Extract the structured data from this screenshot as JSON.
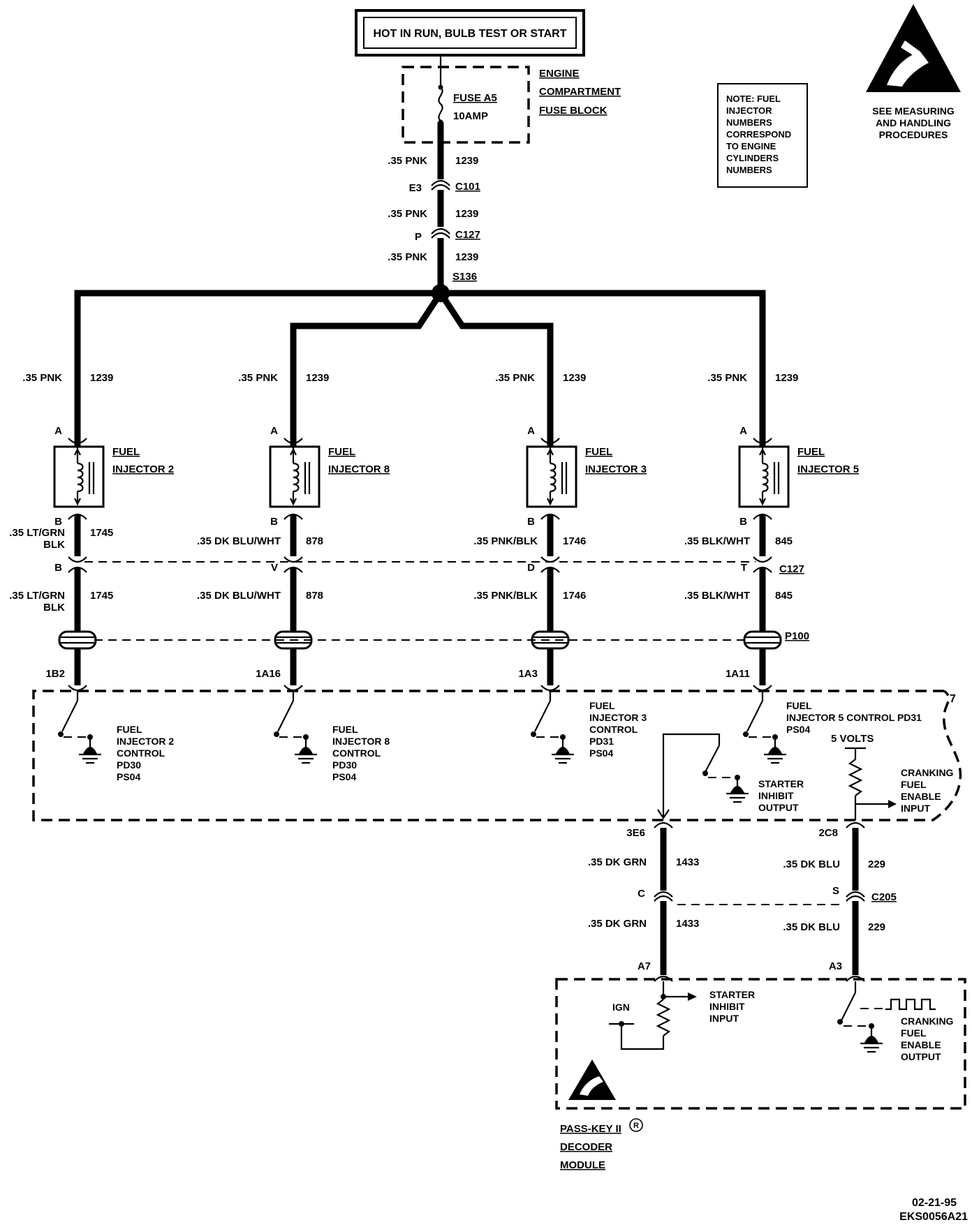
{
  "power_label": "HOT IN RUN, BULB TEST OR START",
  "fuse_block": {
    "l1": "ENGINE",
    "l2": "COMPARTMENT",
    "l3": "FUSE BLOCK",
    "fuse": "FUSE A5",
    "rating": "10AMP"
  },
  "esd": {
    "l1": "SEE MEASURING",
    "l2": "AND HANDLING",
    "l3": "PROCEDURES"
  },
  "note": {
    "l1": "NOTE: FUEL",
    "l2": "INJECTOR",
    "l3": "NUMBERS",
    "l4": "CORRESPOND",
    "l5": "TO ENGINE",
    "l6": "CYLINDERS",
    "l7": "NUMBERS"
  },
  "feed": {
    "wire1": ".35 PNK",
    "circ1": "1239",
    "pin1": "E3",
    "conn1": "C101",
    "wire2": ".35 PNK",
    "circ2": "1239",
    "pin2": "P",
    "conn2": "C127",
    "wire3": ".35 PNK",
    "circ3": "1239",
    "splice": "S136"
  },
  "branches": [
    {
      "wire": ".35 PNK",
      "circuit": "1239",
      "pin_a": "A",
      "pin_b": "B",
      "name1": "FUEL",
      "name2": "INJECTOR 2",
      "out_wire": ".35 LT/GRN",
      "out_wire2": "BLK",
      "out_circuit": "1745",
      "c127_pin": "B",
      "out_wire_b": ".35 LT/GRN",
      "out_wire_b2": "BLK",
      "out_circuit_b": "1745",
      "pcm_pin": "1B2",
      "ctrl": [
        "FUEL",
        "INJECTOR 2",
        "CONTROL",
        "PD30",
        "PS04"
      ]
    },
    {
      "wire": ".35 PNK",
      "circuit": "1239",
      "pin_a": "A",
      "pin_b": "B",
      "name1": "FUEL",
      "name2": "INJECTOR 8",
      "out_wire": ".35 DK BLU/WHT",
      "out_wire2": "",
      "out_circuit": "878",
      "c127_pin": "V",
      "out_wire_b": ".35 DK BLU/WHT",
      "out_wire_b2": "",
      "out_circuit_b": "878",
      "pcm_pin": "1A16",
      "ctrl": [
        "FUEL",
        "INJECTOR 8",
        "CONTROL",
        "PD30",
        "PS04"
      ]
    },
    {
      "wire": ".35 PNK",
      "circuit": "1239",
      "pin_a": "A",
      "pin_b": "B",
      "name1": "FUEL",
      "name2": "INJECTOR 3",
      "out_wire": ".35 PNK/BLK",
      "out_wire2": "",
      "out_circuit": "1746",
      "c127_pin": "D",
      "out_wire_b": ".35 PNK/BLK",
      "out_wire_b2": "",
      "out_circuit_b": "1746",
      "pcm_pin": "1A3",
      "ctrl": [
        "FUEL",
        "INJECTOR 3",
        "CONTROL",
        "PD31",
        "PS04"
      ]
    },
    {
      "wire": ".35 PNK",
      "circuit": "1239",
      "pin_a": "A",
      "pin_b": "B",
      "name1": "FUEL",
      "name2": "INJECTOR 5",
      "out_wire": ".35 BLK/WHT",
      "out_wire2": "",
      "out_circuit": "845",
      "c127_pin": "T",
      "out_wire_b": ".35 BLK/WHT",
      "out_wire_b2": "",
      "out_circuit_b": "845",
      "pcm_pin": "1A11",
      "ctrl": [
        "FUEL",
        "INJECTOR 5 CONTROL PD31",
        "PS04"
      ]
    }
  ],
  "c127_label": "C127",
  "p100_label": "P100",
  "pcm_corner": "7",
  "starter_inhibit_output": [
    "STARTER",
    "INHIBIT",
    "OUTPUT"
  ],
  "five_volts": "5 VOLTS",
  "cranking_fuel_enable_input": [
    "CRANKING",
    "FUEL",
    "ENABLE",
    "INPUT"
  ],
  "lower_left": {
    "pin_top": "3E6",
    "wire1": ".35 DK GRN",
    "circ1": "1433",
    "c205_pin": "C",
    "wire2": ".35 DK GRN",
    "circ2": "1433",
    "pin_bot": "A7"
  },
  "lower_right": {
    "pin_top": "2C8",
    "wire1": ".35 DK BLU",
    "circ1": "229",
    "c205_pin": "S",
    "wire2": ".35 DK BLU",
    "circ2": "229",
    "pin_bot": "A3"
  },
  "c205_label": "C205",
  "ign": "IGN",
  "starter_inhibit_input": [
    "STARTER",
    "INHIBIT",
    "INPUT"
  ],
  "cranking_fuel_enable_output": [
    "CRANKING",
    "FUEL",
    "ENABLE",
    "OUTPUT"
  ],
  "passkey": {
    "l1": "PASS-KEY II",
    "reg": "R",
    "l2": "DECODER",
    "l3": "MODULE"
  },
  "footer": {
    "date": "02-21-95",
    "code": "EKS0056A21"
  }
}
